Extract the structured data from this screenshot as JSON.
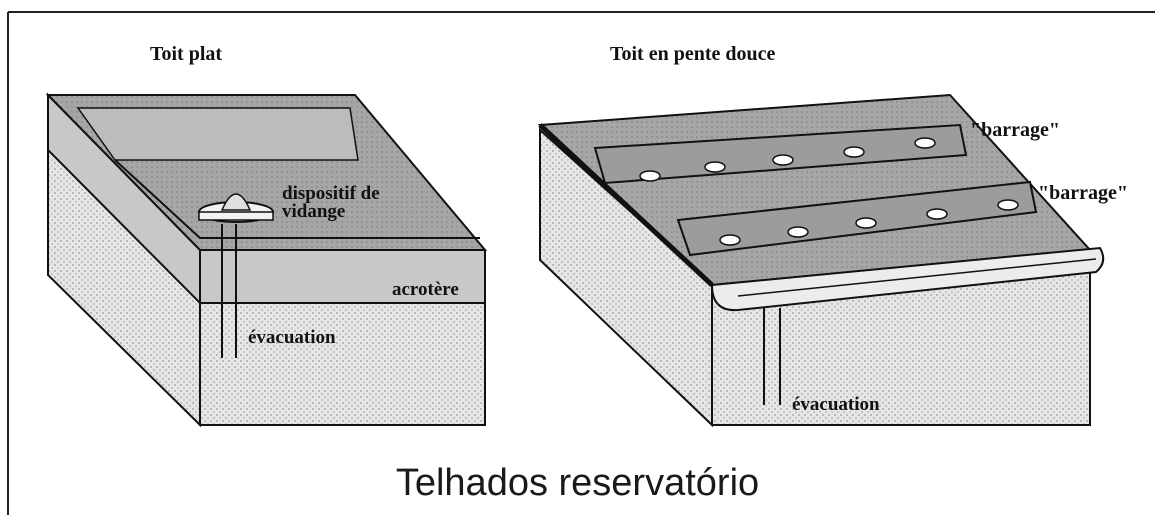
{
  "left_diagram": {
    "title": "Toit plat",
    "label_drain_device": "dispositif de vidange",
    "label_parapet": "acrotère",
    "label_outlet": "évacuation"
  },
  "right_diagram": {
    "title": "Toit en pente douce",
    "label_dam_1": "\"barrage\"",
    "label_dam_2": "\"barrage\"",
    "label_outlet": "évacuation"
  },
  "caption": "Telhados reservatório",
  "colors": {
    "line": "#111111",
    "wall_fill": "#dcdcdc",
    "roof_fill": "#a9a9a9",
    "background": "#ffffff"
  }
}
